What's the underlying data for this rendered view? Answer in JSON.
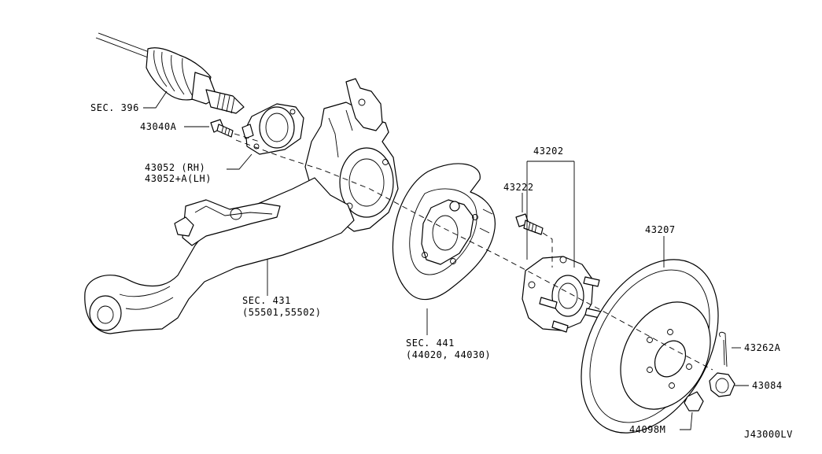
{
  "diagram": {
    "labels": {
      "sec396": "SEC. 396",
      "p43040a": "43040A",
      "p43052rh": "43052 (RH)",
      "p43052lh": "43052+A(LH)",
      "sec431": "SEC. 431",
      "sec431_sub": "(55501,55502)",
      "sec441": "SEC. 441",
      "sec441_sub": "(44020, 44030)",
      "p43202": "43202",
      "p43222": "43222",
      "p43207": "43207",
      "p43262a": "43262A",
      "p43084": "43084",
      "p44098m": "44098M",
      "diagram_code": "J43000LV"
    }
  }
}
